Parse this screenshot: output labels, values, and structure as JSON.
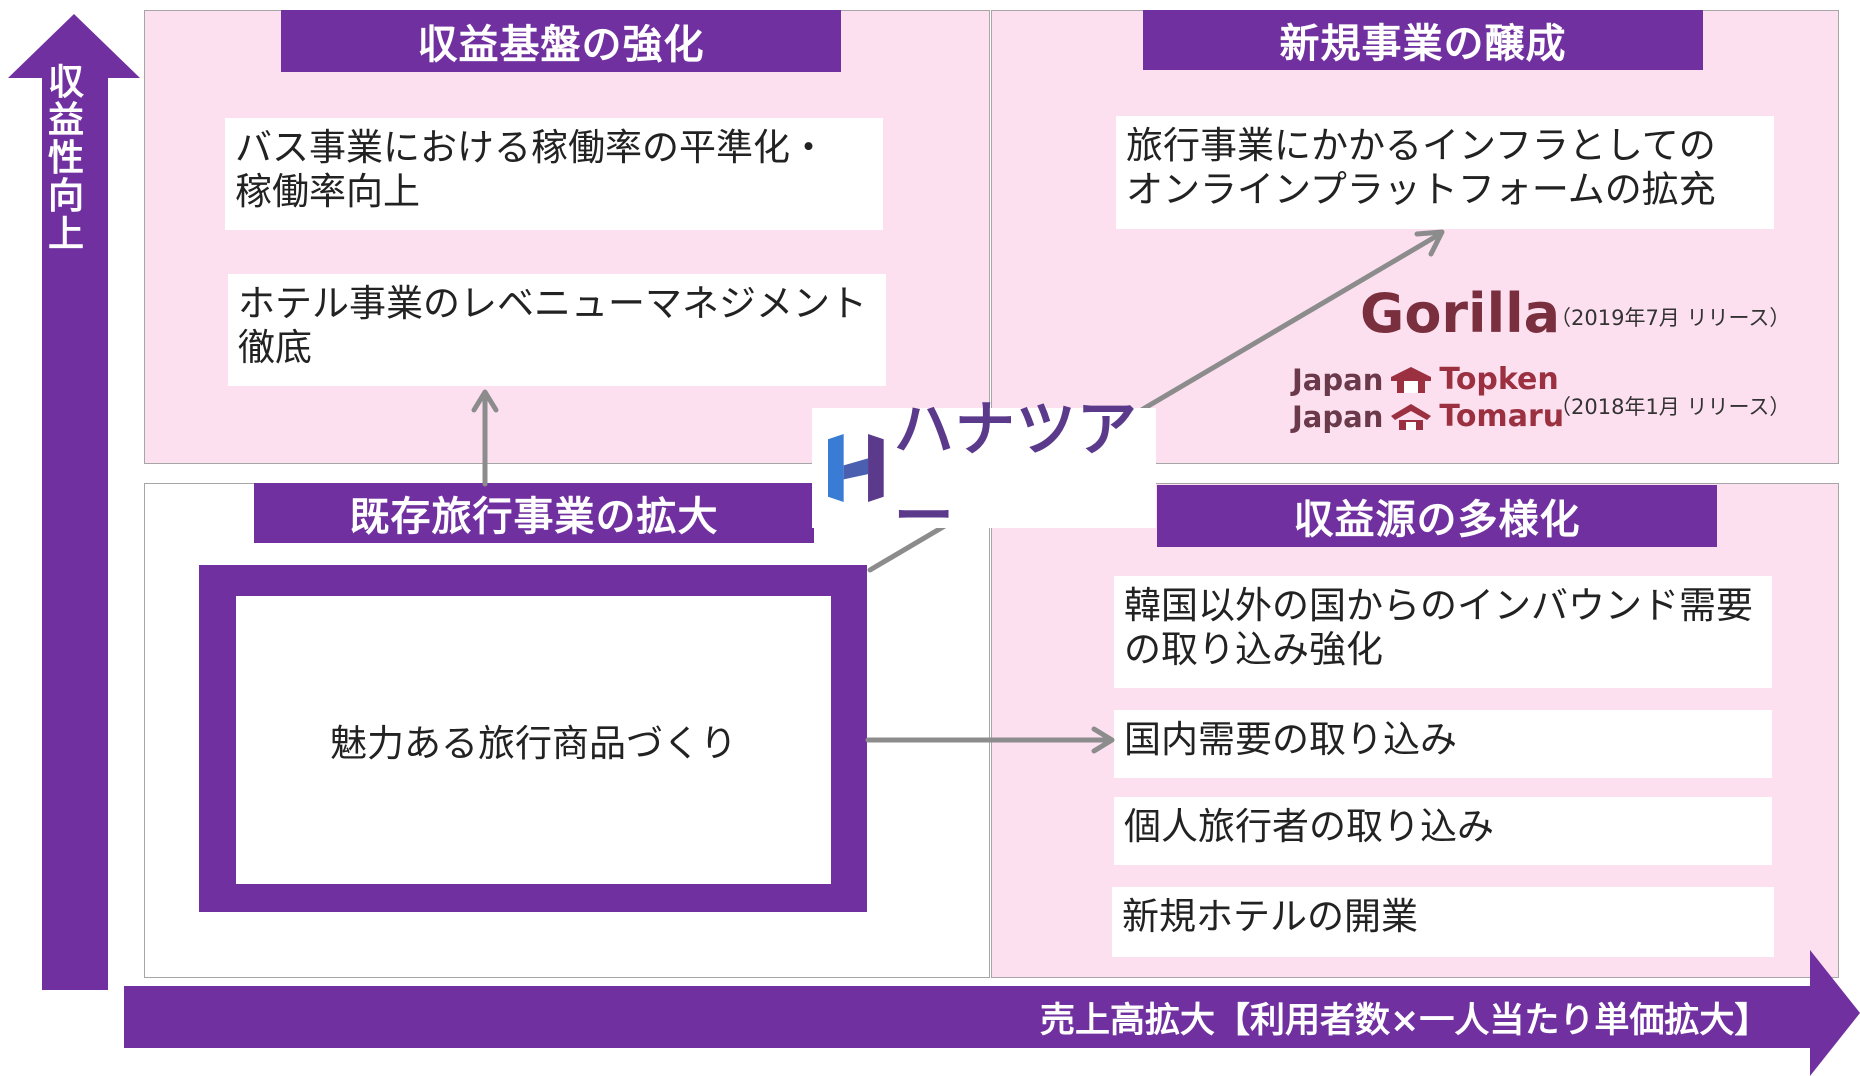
{
  "axes": {
    "vertical_label": [
      "収",
      "益",
      "性",
      "向",
      "上"
    ],
    "horizontal_label": "売上高拡大【利用者数×一人当たり単価拡大】"
  },
  "quadrants": {
    "top_left": {
      "title": "収益基盤の強化",
      "items": [
        "バス事業における稼働率の平準化・\n稼働率向上",
        "ホテル事業のレベニューマネジメント\n徹底"
      ]
    },
    "top_right": {
      "title": "新規事業の醸成",
      "items": [
        "旅行事業にかかるインフラとしての\nオンラインプラットフォームの拡充"
      ]
    },
    "bottom_left": {
      "title": "既存旅行事業の拡大",
      "core": "魅力ある旅行商品づくり"
    },
    "bottom_right": {
      "title": "収益源の多様化",
      "items": [
        "韓国以外の国からのインバウンド需要\nの取り込み強化",
        "国内需要の取り込み",
        "個人旅行者の取り込み",
        "新規ホテルの開業"
      ]
    }
  },
  "logos": {
    "company": "ハナツアー",
    "gorilla": "Gorilla",
    "gorilla_release": "（2019年7月 リリース）",
    "topken_prefix": "Japan",
    "topken": "Topken",
    "tomaru_prefix": "Japan",
    "tomaru": "Tomaru",
    "topken_release": "（2018年1月 リリース）"
  },
  "colors": {
    "purple": "#7030a0",
    "pink": "#fde0ef",
    "arrow_gray": "#8c8c8c",
    "logo_brown": "#7a2f3f",
    "hana_blue": "#3a7bd5",
    "hana_purple": "#5b3a8c"
  }
}
